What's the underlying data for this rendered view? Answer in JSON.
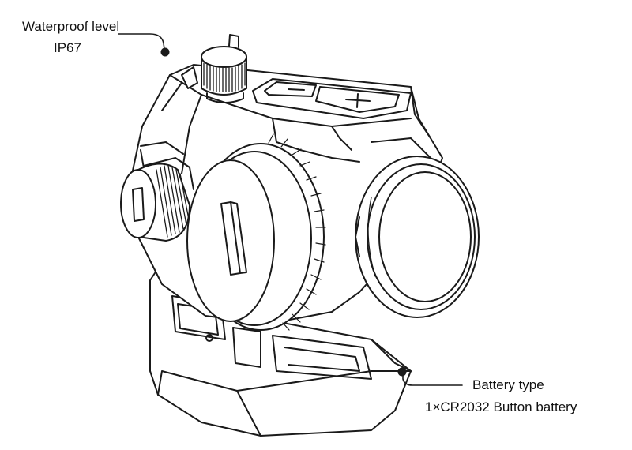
{
  "annotations": {
    "waterproof": {
      "title": "Waterproof level",
      "value": "IP67"
    },
    "battery": {
      "title": "Battery type",
      "value": "1×CR2032 Button battery"
    }
  },
  "colors": {
    "line": "#1a1a1a",
    "background": "#ffffff"
  }
}
